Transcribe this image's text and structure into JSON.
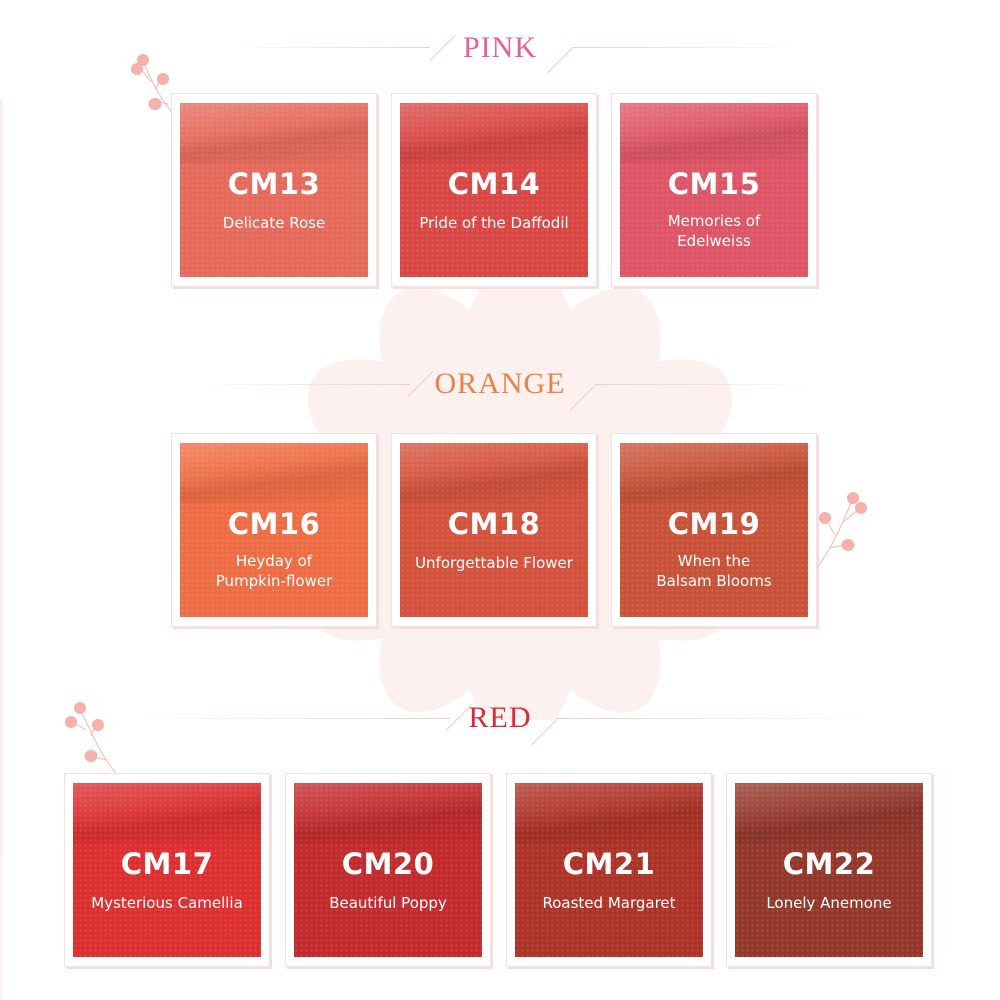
{
  "colors": {
    "pink_title": "#e8628f",
    "orange_title": "#e9834a",
    "red_title": "#dc2a35",
    "rule": "#f2cccc",
    "sprig": "#f6b1ab",
    "bg_flower": "#fdf0ee"
  },
  "sections": [
    {
      "title": "PINK",
      "shades": [
        {
          "code": "CM13",
          "name_lines": [
            "Delicate Rose"
          ],
          "color": "#e56a5b"
        },
        {
          "code": "CM14",
          "name_lines": [
            "Pride of the Daffodil"
          ],
          "color": "#d94745"
        },
        {
          "code": "CM15",
          "name_lines": [
            "Memories of",
            "Edelweiss"
          ],
          "color": "#de5566"
        }
      ]
    },
    {
      "title": "ORANGE",
      "shades": [
        {
          "code": "CM16",
          "name_lines": [
            "Heyday of",
            "Pumpkin-flower"
          ],
          "color": "#ee6c43"
        },
        {
          "code": "CM18",
          "name_lines": [
            "Unforgettable Flower"
          ],
          "color": "#d4523c"
        },
        {
          "code": "CM19",
          "name_lines": [
            "When the",
            "Balsam Blooms"
          ],
          "color": "#c85237"
        }
      ]
    },
    {
      "title": "RED",
      "shades": [
        {
          "code": "CM17",
          "name_lines": [
            "Mysterious Camellia"
          ],
          "color": "#db2f30"
        },
        {
          "code": "CM20",
          "name_lines": [
            "Beautiful Poppy"
          ],
          "color": "#c22a2d"
        },
        {
          "code": "CM21",
          "name_lines": [
            "Roasted Margaret"
          ],
          "color": "#ad3227"
        },
        {
          "code": "CM22",
          "name_lines": [
            "Lonely Anemone"
          ],
          "color": "#93372b"
        }
      ]
    }
  ],
  "pink": {
    "title": "PINK",
    "s0": {
      "code": "CM13",
      "l1": "Delicate Rose",
      "l2": ""
    },
    "s1": {
      "code": "CM14",
      "l1": "Pride of the Daffodil",
      "l2": ""
    },
    "s2": {
      "code": "CM15",
      "l1": "Memories of",
      "l2": "Edelweiss"
    }
  },
  "orange": {
    "title": "ORANGE",
    "s0": {
      "code": "CM16",
      "l1": "Heyday of",
      "l2": "Pumpkin-flower"
    },
    "s1": {
      "code": "CM18",
      "l1": "Unforgettable Flower",
      "l2": ""
    },
    "s2": {
      "code": "CM19",
      "l1": "When the",
      "l2": "Balsam Blooms"
    }
  },
  "red": {
    "title": "RED",
    "s0": {
      "code": "CM17",
      "l1": "Mysterious Camellia",
      "l2": ""
    },
    "s1": {
      "code": "CM20",
      "l1": "Beautiful Poppy",
      "l2": ""
    },
    "s2": {
      "code": "CM21",
      "l1": "Roasted Margaret",
      "l2": ""
    },
    "s3": {
      "code": "CM22",
      "l1": "Lonely Anemone",
      "l2": ""
    }
  }
}
